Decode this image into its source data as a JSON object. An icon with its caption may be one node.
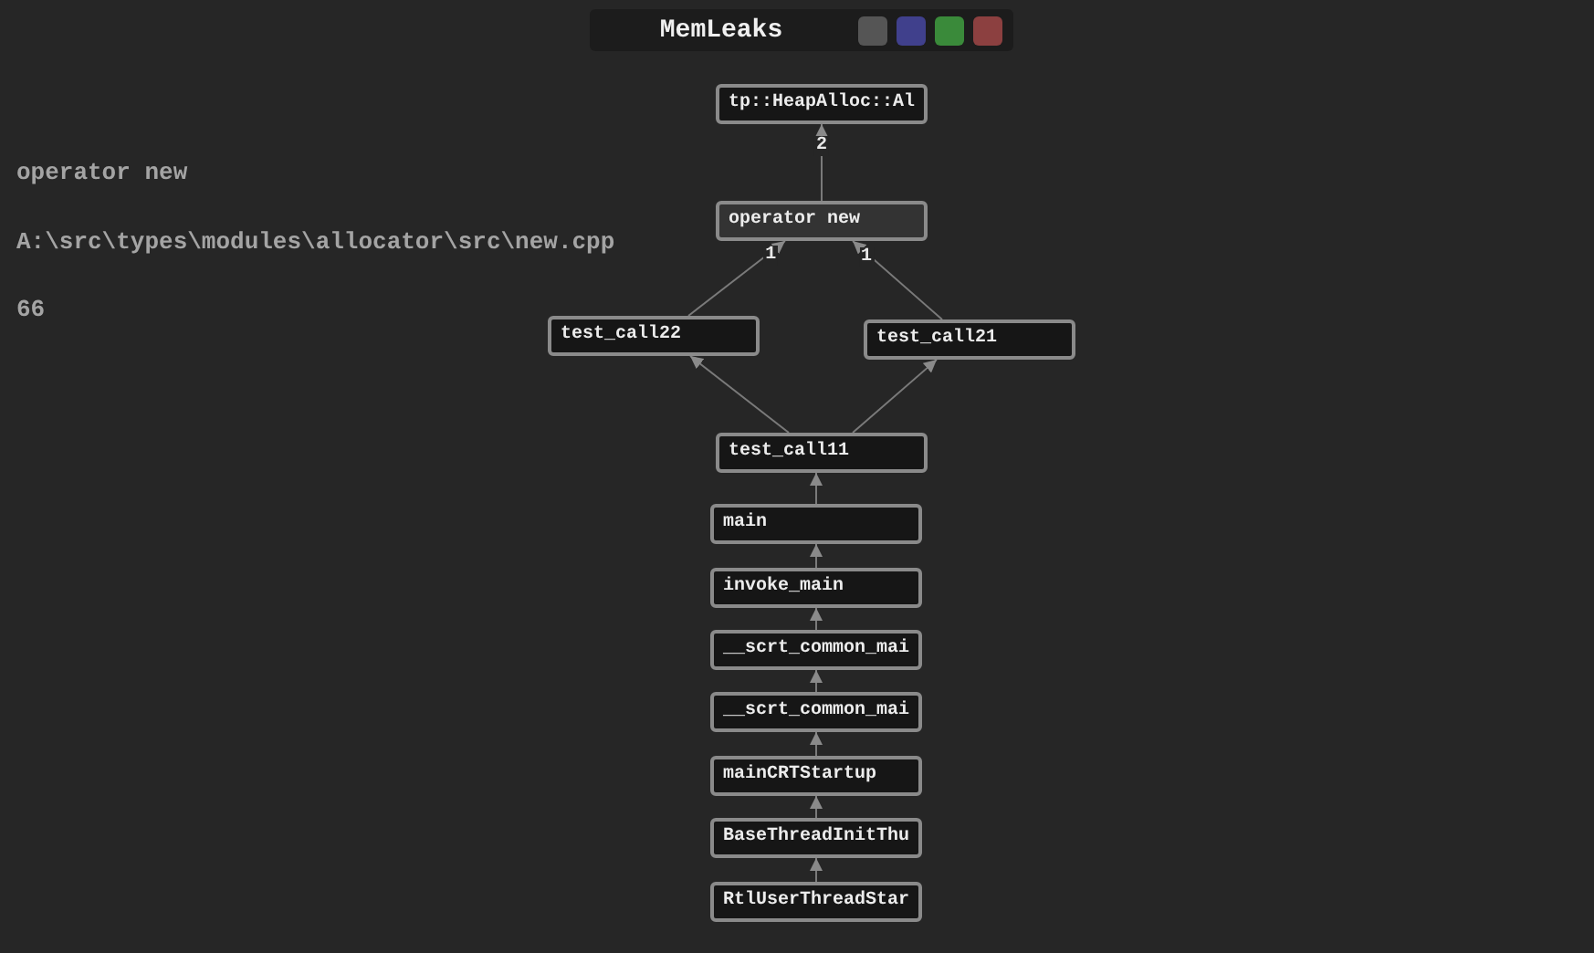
{
  "diagram": {
    "title": "MemLeaks",
    "nodes": [
      {
        "text": [
          "tp::HeapAlloc::Al"
        ]
      },
      {
        "text": [
          "operator new"
        ]
      },
      {
        "text": [
          "test_call22"
        ]
      },
      {
        "text": [
          "test_call21"
        ]
      },
      {
        "text": [
          "test_call11"
        ]
      },
      {
        "text": [
          "main"
        ]
      },
      {
        "text": [
          "invoke_main"
        ]
      },
      {
        "text": [
          "__scrt_common_mai"
        ]
      },
      {
        "text": [
          "__scrt_common_mai"
        ]
      },
      {
        "text": [
          "mainCRTStartup"
        ]
      },
      {
        "text": [
          "BaseThreadInitThu"
        ]
      },
      {
        "text": [
          "RtlUserThreadStar"
        ]
      }
    ],
    "edges": [
      {
        "from": 1,
        "to": 0,
        "arrow": "to",
        "label": "2"
      },
      {
        "from": 2,
        "to": 1,
        "arrow": "to",
        "label": "1"
      },
      {
        "from": 3,
        "to": 1,
        "arrow": "to",
        "label": "1"
      },
      {
        "from": 4,
        "to": 2,
        "arrow": "to"
      },
      {
        "from": 4,
        "to": 3,
        "arrow": "to"
      },
      {
        "from": 5,
        "to": 4,
        "arrow": "to"
      },
      {
        "from": 6,
        "to": 5,
        "arrow": "to"
      },
      {
        "from": 7,
        "to": 6,
        "arrow": "to"
      },
      {
        "from": 8,
        "to": 7,
        "arrow": "to"
      },
      {
        "from": 9,
        "to": 8,
        "arrow": "to"
      },
      {
        "from": 10,
        "to": 9,
        "arrow": "to"
      },
      {
        "from": 11,
        "to": 10,
        "arrow": "to"
      }
    ],
    "labels": [
      "operator new",
      "A:\\src\\types\\modules\\allocator\\src\\new.cpp",
      "66"
    ]
  }
}
